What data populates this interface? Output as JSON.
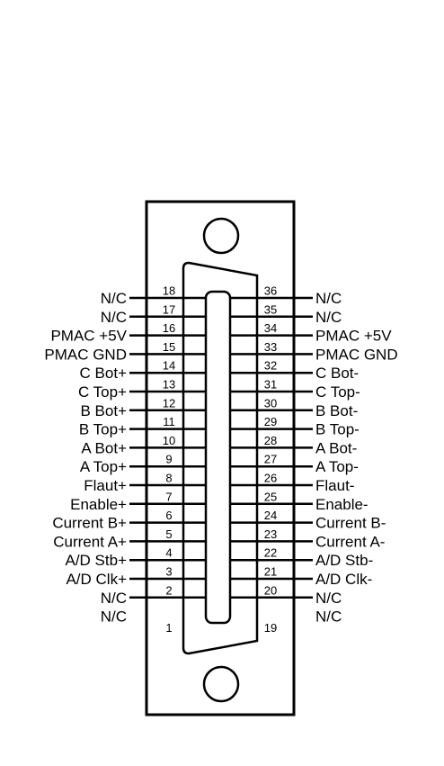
{
  "connector": {
    "left_pins": [
      {
        "pin": "18",
        "signal": "N/C"
      },
      {
        "pin": "17",
        "signal": "N/C"
      },
      {
        "pin": "16",
        "signal": "PMAC +5V"
      },
      {
        "pin": "15",
        "signal": "PMAC GND"
      },
      {
        "pin": "14",
        "signal": "C Bot+"
      },
      {
        "pin": "13",
        "signal": "C Top+"
      },
      {
        "pin": "12",
        "signal": "B Bot+"
      },
      {
        "pin": "11",
        "signal": "B Top+"
      },
      {
        "pin": "10",
        "signal": "A Bot+"
      },
      {
        "pin": "9",
        "signal": "A Top+"
      },
      {
        "pin": "8",
        "signal": "Flaut+"
      },
      {
        "pin": "7",
        "signal": "Enable+"
      },
      {
        "pin": "6",
        "signal": "Current B+"
      },
      {
        "pin": "5",
        "signal": "Current A+"
      },
      {
        "pin": "4",
        "signal": "A/D Stb+"
      },
      {
        "pin": "3",
        "signal": "A/D Clk+"
      },
      {
        "pin": "2",
        "signal": "N/C"
      },
      {
        "pin": "1",
        "signal": "N/C"
      }
    ],
    "right_pins": [
      {
        "pin": "36",
        "signal": "N/C"
      },
      {
        "pin": "35",
        "signal": "N/C"
      },
      {
        "pin": "34",
        "signal": "PMAC +5V"
      },
      {
        "pin": "33",
        "signal": "PMAC GND"
      },
      {
        "pin": "32",
        "signal": "C Bot-"
      },
      {
        "pin": "31",
        "signal": "C Top-"
      },
      {
        "pin": "30",
        "signal": "B Bot-"
      },
      {
        "pin": "29",
        "signal": "B Top-"
      },
      {
        "pin": "28",
        "signal": "A Bot-"
      },
      {
        "pin": "27",
        "signal": "A Top-"
      },
      {
        "pin": "26",
        "signal": "Flaut-"
      },
      {
        "pin": "25",
        "signal": "Enable-"
      },
      {
        "pin": "24",
        "signal": "Current B-"
      },
      {
        "pin": "23",
        "signal": "Current A-"
      },
      {
        "pin": "22",
        "signal": "A/D Stb-"
      },
      {
        "pin": "21",
        "signal": "A/D Clk-"
      },
      {
        "pin": "20",
        "signal": "N/C"
      },
      {
        "pin": "19",
        "signal": "N/C"
      }
    ]
  }
}
